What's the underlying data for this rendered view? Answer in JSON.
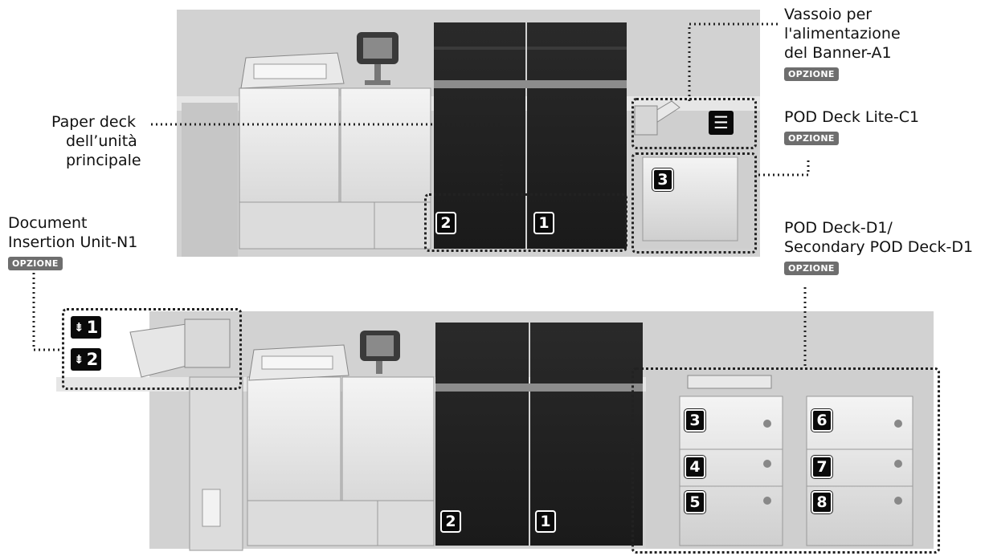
{
  "labels": {
    "banner_tray": "Vassoio per l'alimentazione del Banner-A1",
    "banner_tray_lines": [
      "Vassoio per",
      "l'alimentazione",
      "del Banner-A1"
    ],
    "paper_deck_lines": [
      "Paper deck",
      "dell’unità",
      "principale"
    ],
    "pod_lite": "POD Deck Lite-C1",
    "document_insertion_lines": [
      "Document",
      "Insertion Unit-N1"
    ],
    "pod_deck_lines": [
      "POD Deck-D1/",
      "Secondary POD Deck-D1"
    ]
  },
  "option_badge": "OPZIONE",
  "top_machine": {
    "drawers": [
      "2",
      "1"
    ],
    "pod_lite_drawer": "3"
  },
  "bottom_machine": {
    "insertion_trays": [
      "1",
      "2"
    ],
    "main_drawers": [
      "2",
      "1"
    ],
    "pod_deck_drawers_left": [
      "3",
      "4",
      "5"
    ],
    "pod_deck_drawers_right": [
      "6",
      "7",
      "8"
    ]
  },
  "icons": [
    "multi-purpose-tray-icon",
    "insertion-tray-icon"
  ]
}
